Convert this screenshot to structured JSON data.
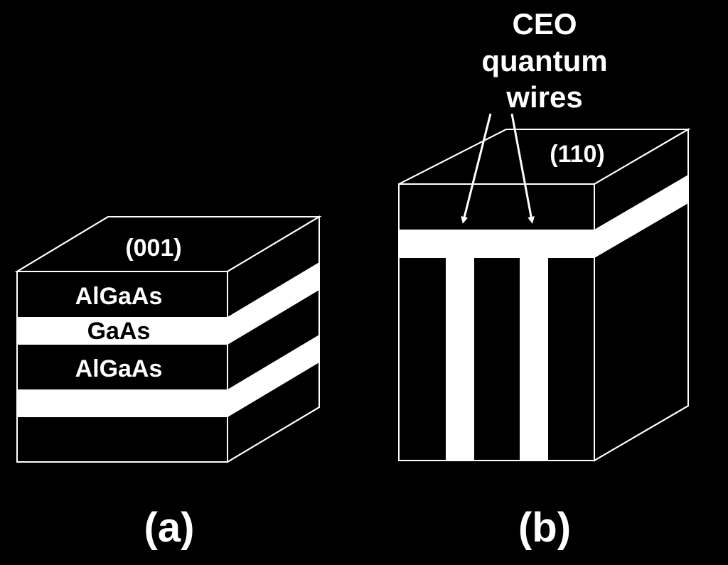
{
  "panel_a": {
    "top_face_label": "(001)",
    "layer_labels": [
      "AlGaAs",
      "GaAs",
      "AlGaAs"
    ],
    "caption": "(a)"
  },
  "panel_b": {
    "top_face_label": "(110)",
    "annotation_lines": [
      "CEO",
      "quantum",
      "wires"
    ],
    "caption": "(b)"
  },
  "colors": {
    "background": "#000000",
    "foreground": "#ffffff"
  }
}
